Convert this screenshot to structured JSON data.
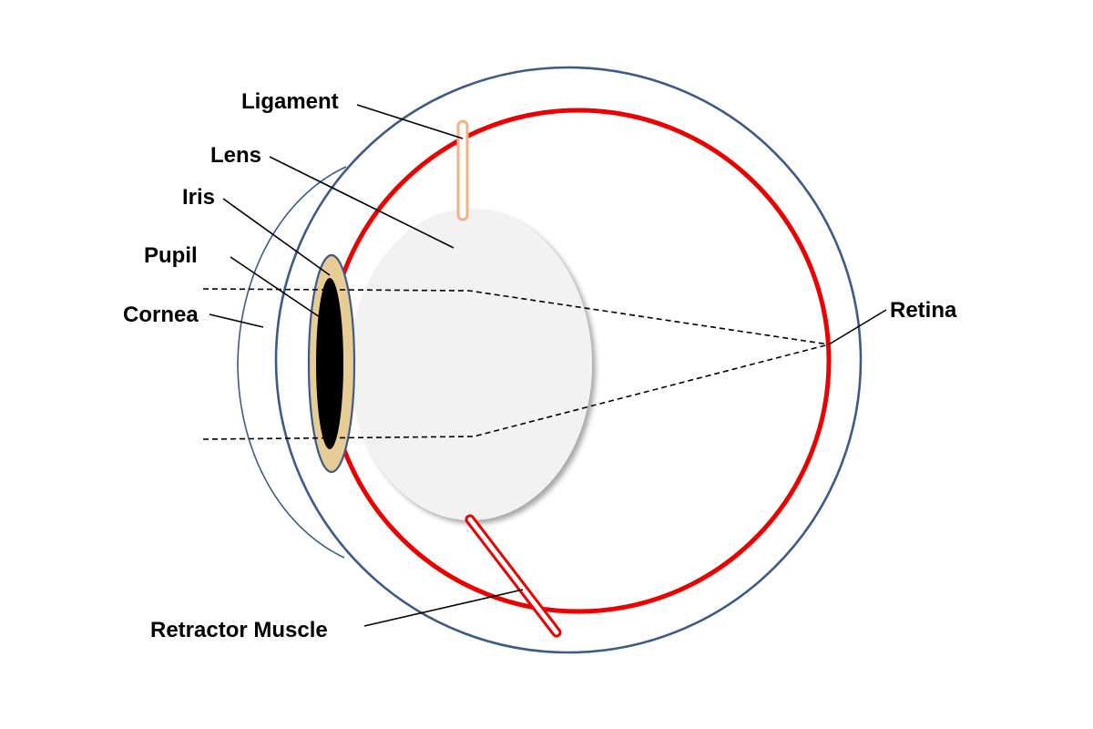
{
  "labels": {
    "ligament": "Ligament",
    "lens": "Lens",
    "iris": "Iris",
    "pupil": "Pupil",
    "cornea": "Cornea",
    "retina": "Retina",
    "retractor_muscle": "Retractor Muscle"
  },
  "colors": {
    "eyeball_outline": "#3d5a8a",
    "retina": "#ee0000",
    "lens_fill": "#f2f2f2",
    "iris_fill": "#e8cc96",
    "pupil": "#000000",
    "ligament": "#f4b183",
    "retractor_muscle": "#ee0000",
    "background": "#ffffff"
  }
}
